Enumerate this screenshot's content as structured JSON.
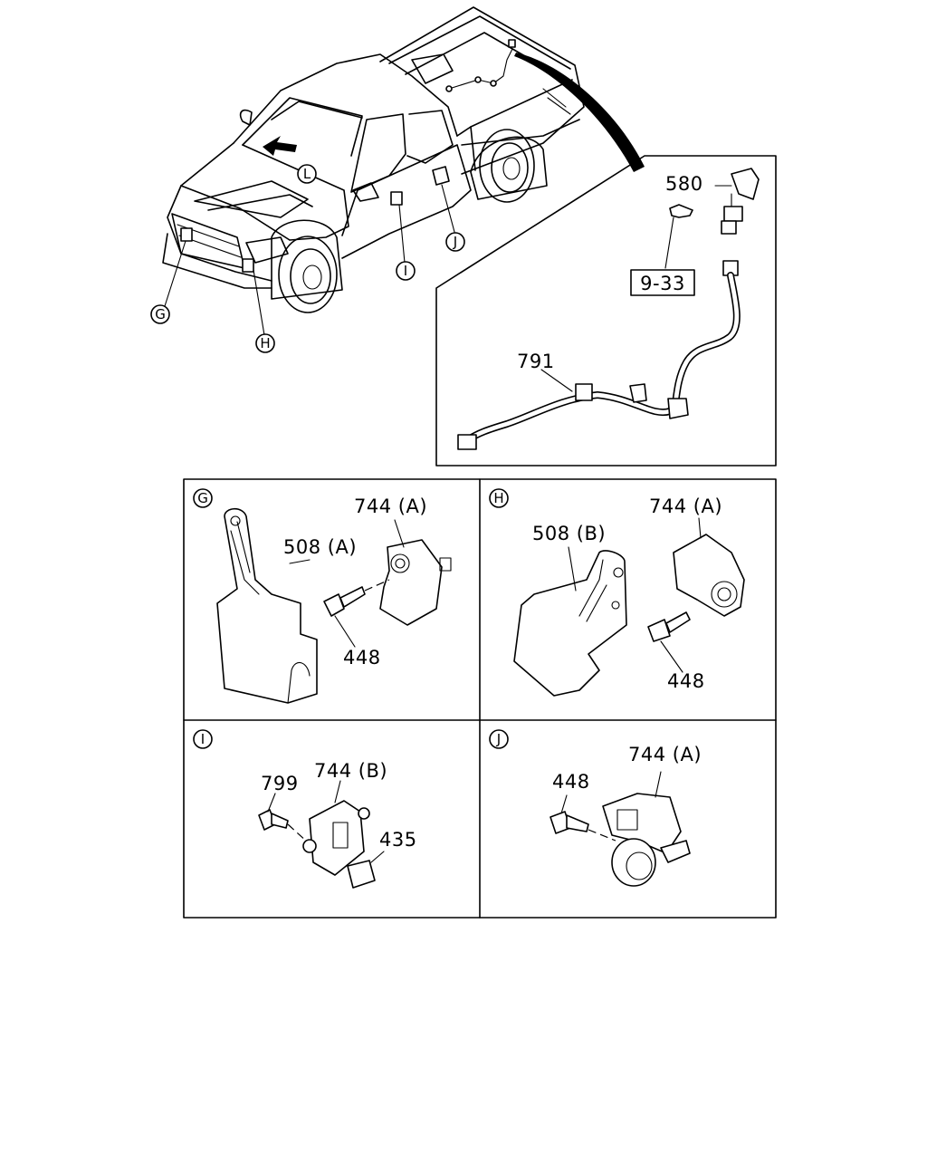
{
  "callouts": {
    "G": "G",
    "H": "H",
    "I": "I",
    "J": "J",
    "L": "L"
  },
  "detail": {
    "bracket_part": "580",
    "bolt_ref": "9-33",
    "harness_part": "791"
  },
  "panels": {
    "G": {
      "label": "G",
      "sensor": "744 (A)",
      "bracket": "508 (A)",
      "bolt": "448"
    },
    "H": {
      "label": "H",
      "sensor": "744 (A)",
      "bracket": "508 (B)",
      "bolt": "448"
    },
    "I": {
      "label": "I",
      "sensor": "744 (B)",
      "screw": "799",
      "connector": "435"
    },
    "J": {
      "label": "J",
      "sensor": "744 (A)",
      "bolt": "448"
    }
  }
}
